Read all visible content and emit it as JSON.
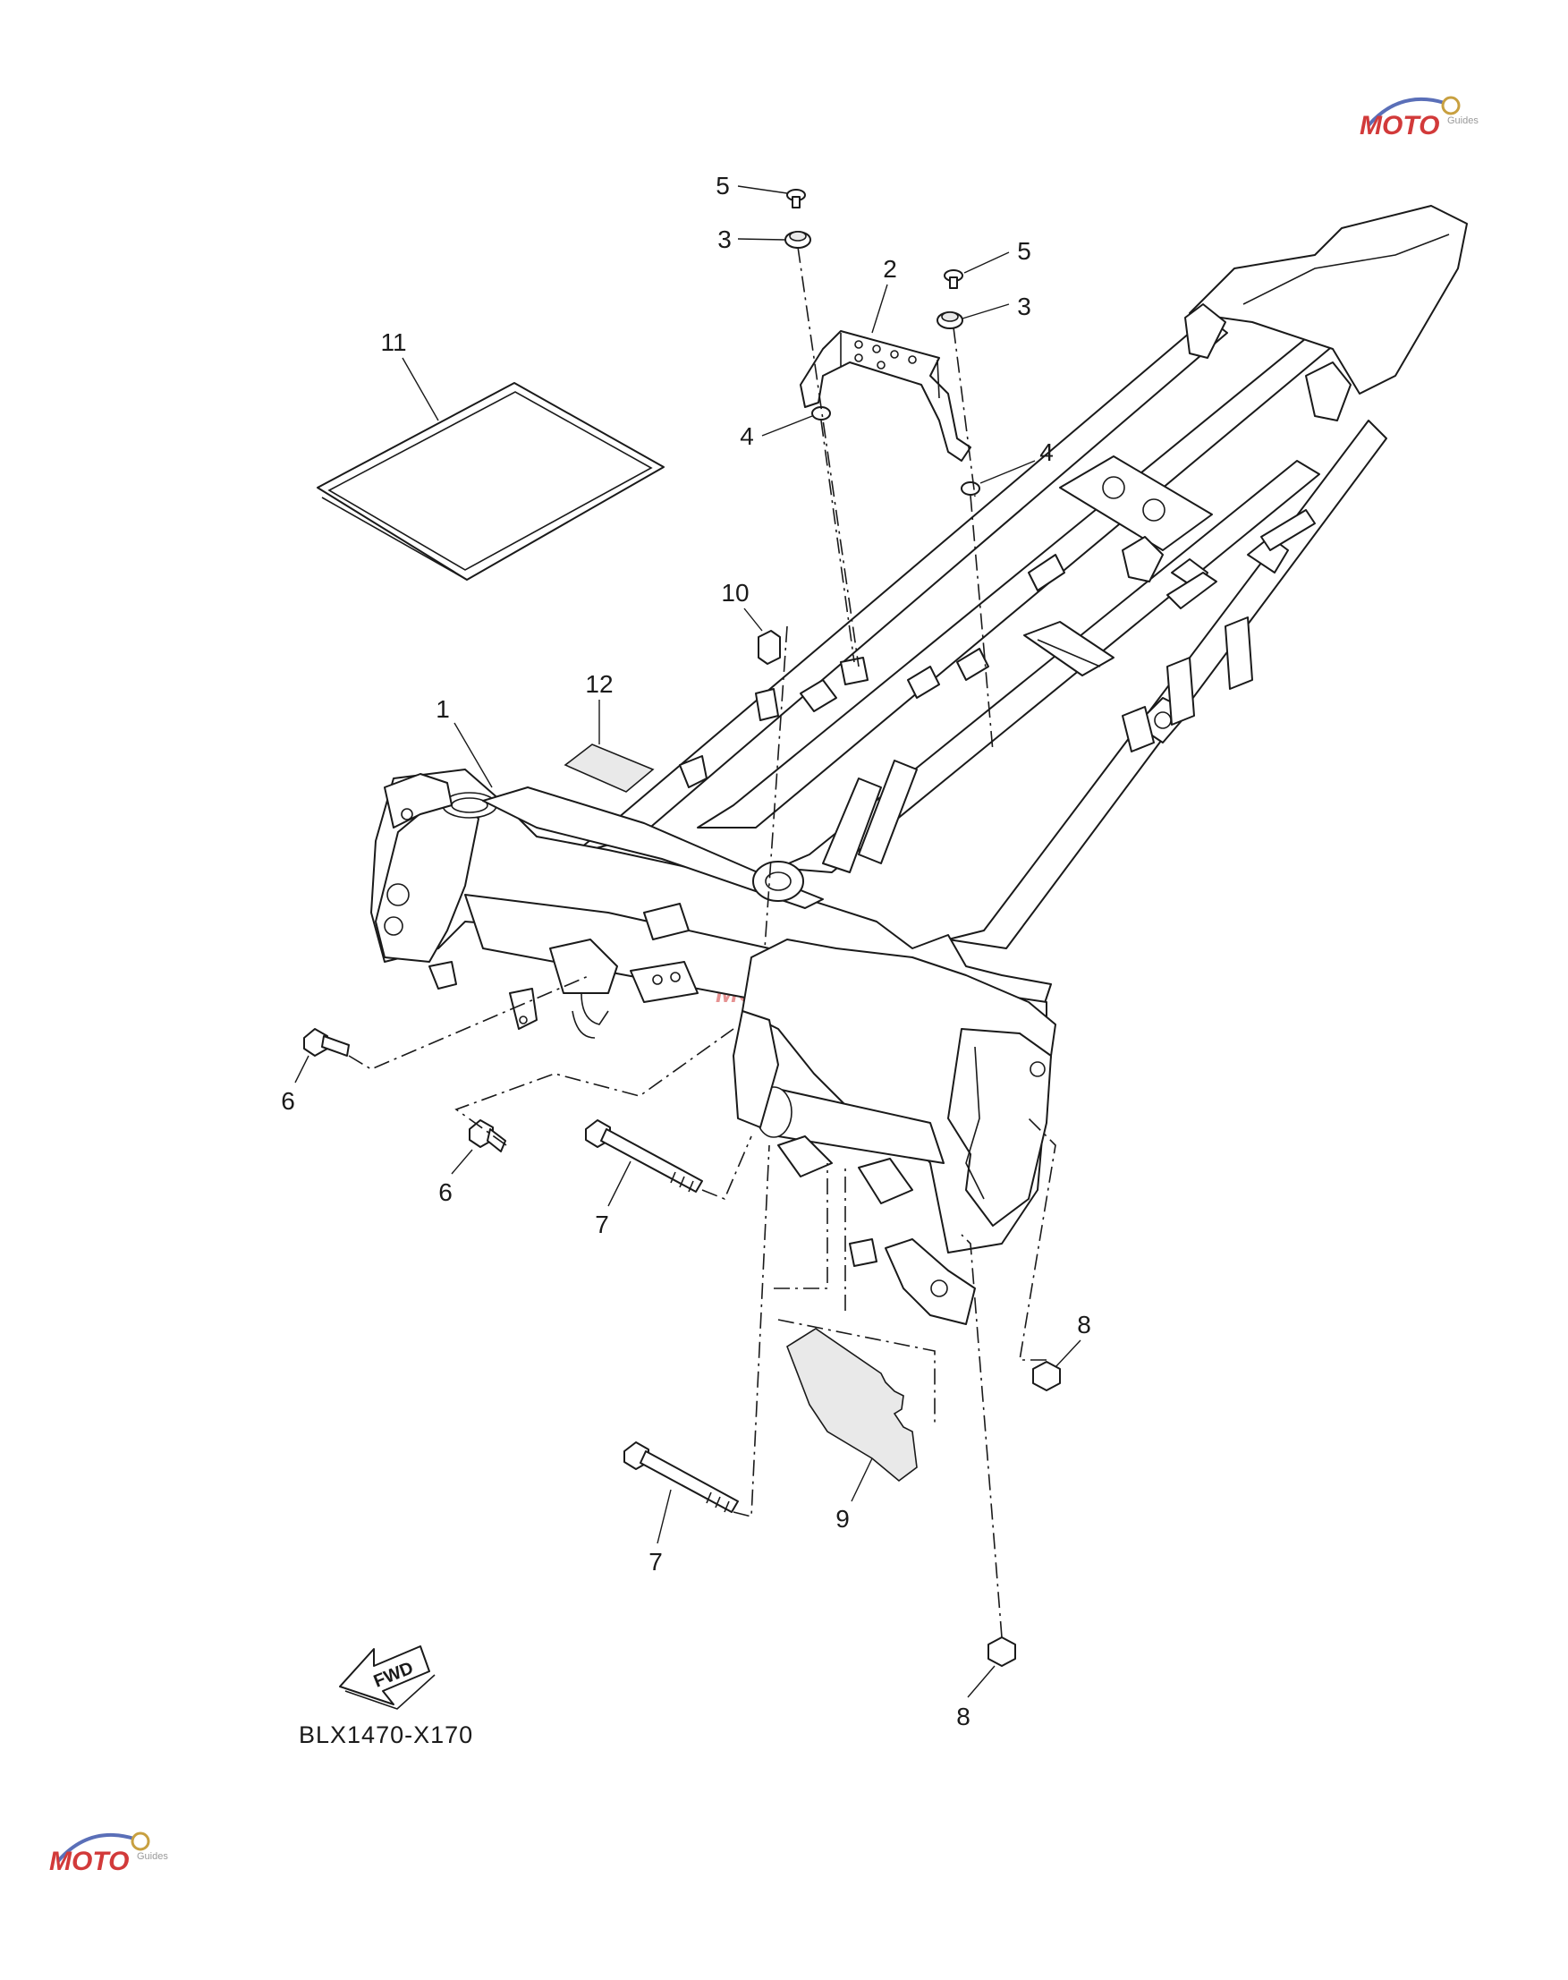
{
  "diagram": {
    "drawing_code": "BLX1470-X170",
    "direction_arrow": {
      "text": "FWD",
      "icon": "fwd-arrow-icon"
    },
    "callouts": [
      {
        "id": "callout-1",
        "text": "1",
        "part": "frame"
      },
      {
        "id": "callout-2",
        "text": "2",
        "part": "bracket"
      },
      {
        "id": "callout-3a",
        "text": "3",
        "part": "damper"
      },
      {
        "id": "callout-3b",
        "text": "3",
        "part": "damper"
      },
      {
        "id": "callout-4a",
        "text": "4",
        "part": "collar"
      },
      {
        "id": "callout-4b",
        "text": "4",
        "part": "collar"
      },
      {
        "id": "callout-5a",
        "text": "5",
        "part": "bolt"
      },
      {
        "id": "callout-5b",
        "text": "5",
        "part": "bolt"
      },
      {
        "id": "callout-6a",
        "text": "6",
        "part": "bolt"
      },
      {
        "id": "callout-6b",
        "text": "6",
        "part": "bolt"
      },
      {
        "id": "callout-7a",
        "text": "7",
        "part": "long bolt"
      },
      {
        "id": "callout-7b",
        "text": "7",
        "part": "long bolt"
      },
      {
        "id": "callout-8a",
        "text": "8",
        "part": "nut"
      },
      {
        "id": "callout-8b",
        "text": "8",
        "part": "nut"
      },
      {
        "id": "callout-9",
        "text": "9",
        "part": "cover plate"
      },
      {
        "id": "callout-10",
        "text": "10",
        "part": "clip"
      },
      {
        "id": "callout-11",
        "text": "11",
        "part": "sheet"
      },
      {
        "id": "callout-12",
        "text": "12",
        "part": "label"
      }
    ],
    "watermark": {
      "brand": "MOTO",
      "sub": "Guides",
      "logo": "moto-guides-logo-icon",
      "color": "#d23a3a"
    }
  }
}
